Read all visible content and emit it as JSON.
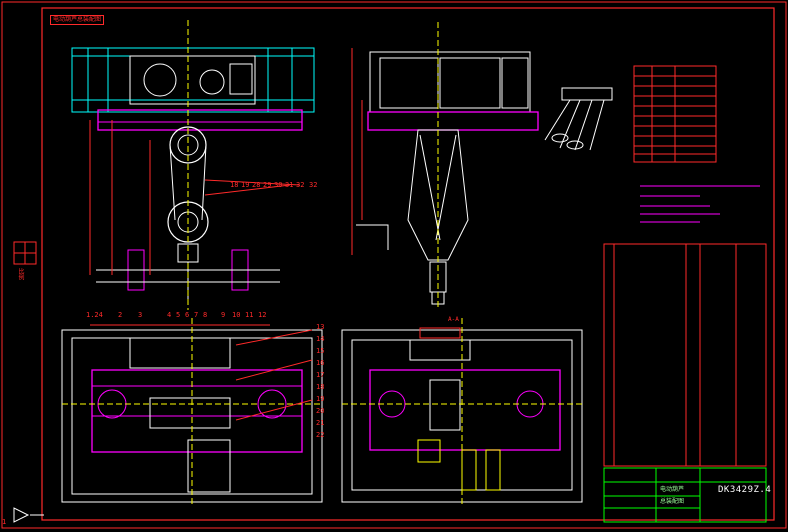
{
  "drawing": {
    "corner_tag": "电动葫芦总装配图",
    "drawing_number": "DK3429Z.4",
    "section_label": "A-A",
    "side_label": "比例",
    "titleblock_left": "电动葫芦",
    "titleblock_right": "总装配图"
  },
  "callouts": {
    "top_left": [
      "18",
      "19",
      "28",
      "29",
      "30",
      "31",
      "32",
      "32"
    ],
    "top_right": [
      "1.24",
      "2",
      "3",
      "4",
      "5",
      "6",
      "7",
      "8",
      "9",
      "10",
      "11",
      "12"
    ],
    "right_column": [
      "13",
      "14",
      "15",
      "16",
      "17",
      "18",
      "19",
      "20",
      "21",
      "22"
    ],
    "frame_bottom_left": "1"
  },
  "colors": {
    "background": "#000000",
    "frame": "#ff2a2a",
    "outline": "#ffffff",
    "parts": "#ff00ff",
    "centerline": "#ffff00",
    "dimension": "#ff2a2a",
    "cyan": "#00ffff",
    "green": "#00ff00"
  }
}
